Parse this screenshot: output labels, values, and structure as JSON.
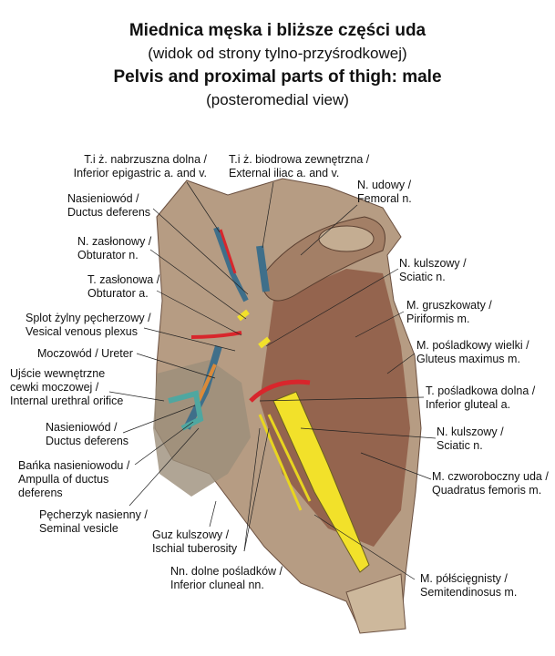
{
  "title": {
    "pl": "Miednica męska i bliższe części uda",
    "pl_sub": "(widok od strony tylno-przyśrodkowej)",
    "en": "Pelvis and proximal parts of thigh: male",
    "en_sub": "(posteromedial view)"
  },
  "labels": [
    {
      "pl": "T.i ż. nabrzuszna dolna /",
      "en": "Inferior epigastric a. and v."
    },
    {
      "pl": "T.i ż. biodrowa zewnętrzna /",
      "en": "External iliac a. and v."
    },
    {
      "pl": "Nasieniowód /",
      "en": "Ductus deferens"
    },
    {
      "pl": "N. zasłonowy /",
      "en": "Obturator n."
    },
    {
      "pl": "T. zasłonowa /",
      "en": "Obturator a."
    },
    {
      "pl": "Splot żylny pęcherzowy /",
      "en": "Vesical venous plexus"
    },
    {
      "pl": "Moczowód / Ureter",
      "en": ""
    },
    {
      "pl": "Ujście wewnętrzne",
      "pl2": "cewki moczowej /",
      "en": "Internal urethral orifice"
    },
    {
      "pl": "Nasieniowód /",
      "en": "Ductus deferens"
    },
    {
      "pl": "Bańka nasieniowodu /",
      "en": "Ampulla of ductus",
      "en2": "deferens"
    },
    {
      "pl": "Pęcherzyk nasienny /",
      "en": "Seminal vesicle"
    },
    {
      "pl": "Guz kulszowy /",
      "en": "Ischial tuberosity"
    },
    {
      "pl": "Nn. dolne pośladków /",
      "en": "Inferior cluneal nn."
    },
    {
      "pl": "N. udowy /",
      "en": "Femoral n."
    },
    {
      "pl": "N. kulszowy /",
      "en": "Sciatic n."
    },
    {
      "pl": "M. gruszkowaty /",
      "en": "Piriformis m."
    },
    {
      "pl": "M. pośladkowy wielki /",
      "en": "Gluteus maximus m."
    },
    {
      "pl": "T. pośladkowa dolna /",
      "en": "Inferior gluteal a."
    },
    {
      "pl": "N. kulszowy /",
      "en": "Sciatic n."
    },
    {
      "pl": "M. czworoboczny uda /",
      "en": "Quadratus femoris m."
    },
    {
      "pl": "M. półścięgnisty /",
      "en": "Semitendinosus m."
    }
  ],
  "colors": {
    "tissue": "#b69c83",
    "muscle": "#8e5a45",
    "nerve": "#f2e12a",
    "artery": "#d8262c",
    "vein": "#3f6f8a",
    "duct": "#4fa7a0"
  }
}
